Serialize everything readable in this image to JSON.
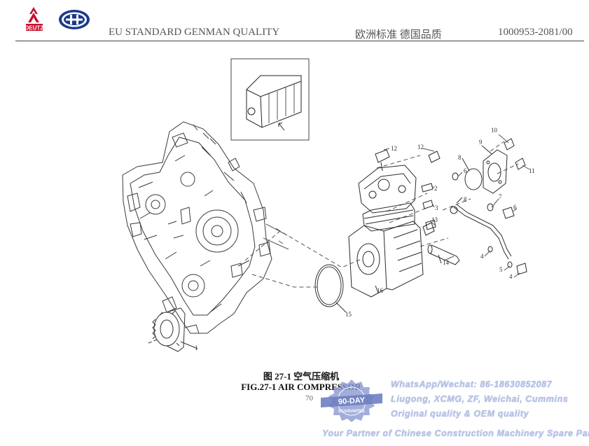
{
  "header": {
    "logo_text": "DEUTZ",
    "left_title": "EU STANDARD    GENMAN QUALITY",
    "cn_title": "欧洲标准  德国品质",
    "doc_number": "1000953-2081/00"
  },
  "callouts": [
    "1",
    "2",
    "3",
    "4",
    "4",
    "5",
    "6",
    "6",
    "7",
    "8",
    "8",
    "9",
    "10",
    "11",
    "12",
    "12",
    "13",
    "14",
    "15",
    "16"
  ],
  "caption": {
    "cn": "图 27-1    空气压缩机",
    "en": "FIG.27-1 AIR COMPRESSOR",
    "page": "70"
  },
  "watermark": {
    "badge_top": "90-DAY",
    "badge_bottom": "GUARANTEE",
    "line1": "WhatsApp/Wechat: 86-18630852087",
    "line2": "Liugong, XCMG, ZF, Weichai, Cummins",
    "line3": "Original quality & OEM quality",
    "line4": "Your Partner of Chinese Construction Machinery Spare Parts"
  },
  "colors": {
    "logo_red": "#c8102e",
    "logo_blue": "#1a3a8a",
    "watermark": "#b6c2e6",
    "badge": "#6f7fc0"
  }
}
